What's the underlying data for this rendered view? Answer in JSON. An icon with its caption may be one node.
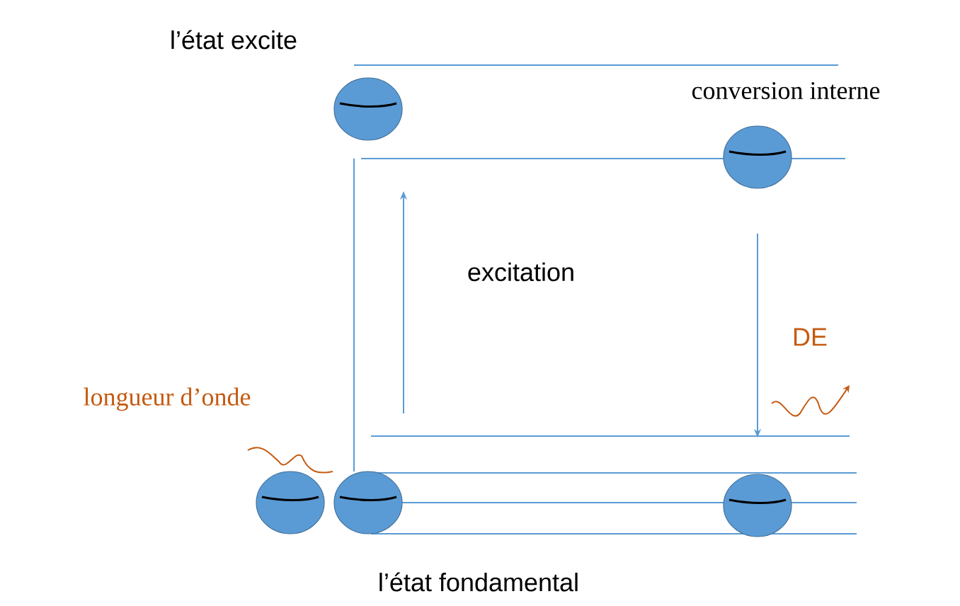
{
  "diagram": {
    "labels": [
      "l’état excite",
      "conversion interne",
      "excitation",
      "DE",
      "longueur d’onde",
      "l’état fondamental"
    ]
  }
}
